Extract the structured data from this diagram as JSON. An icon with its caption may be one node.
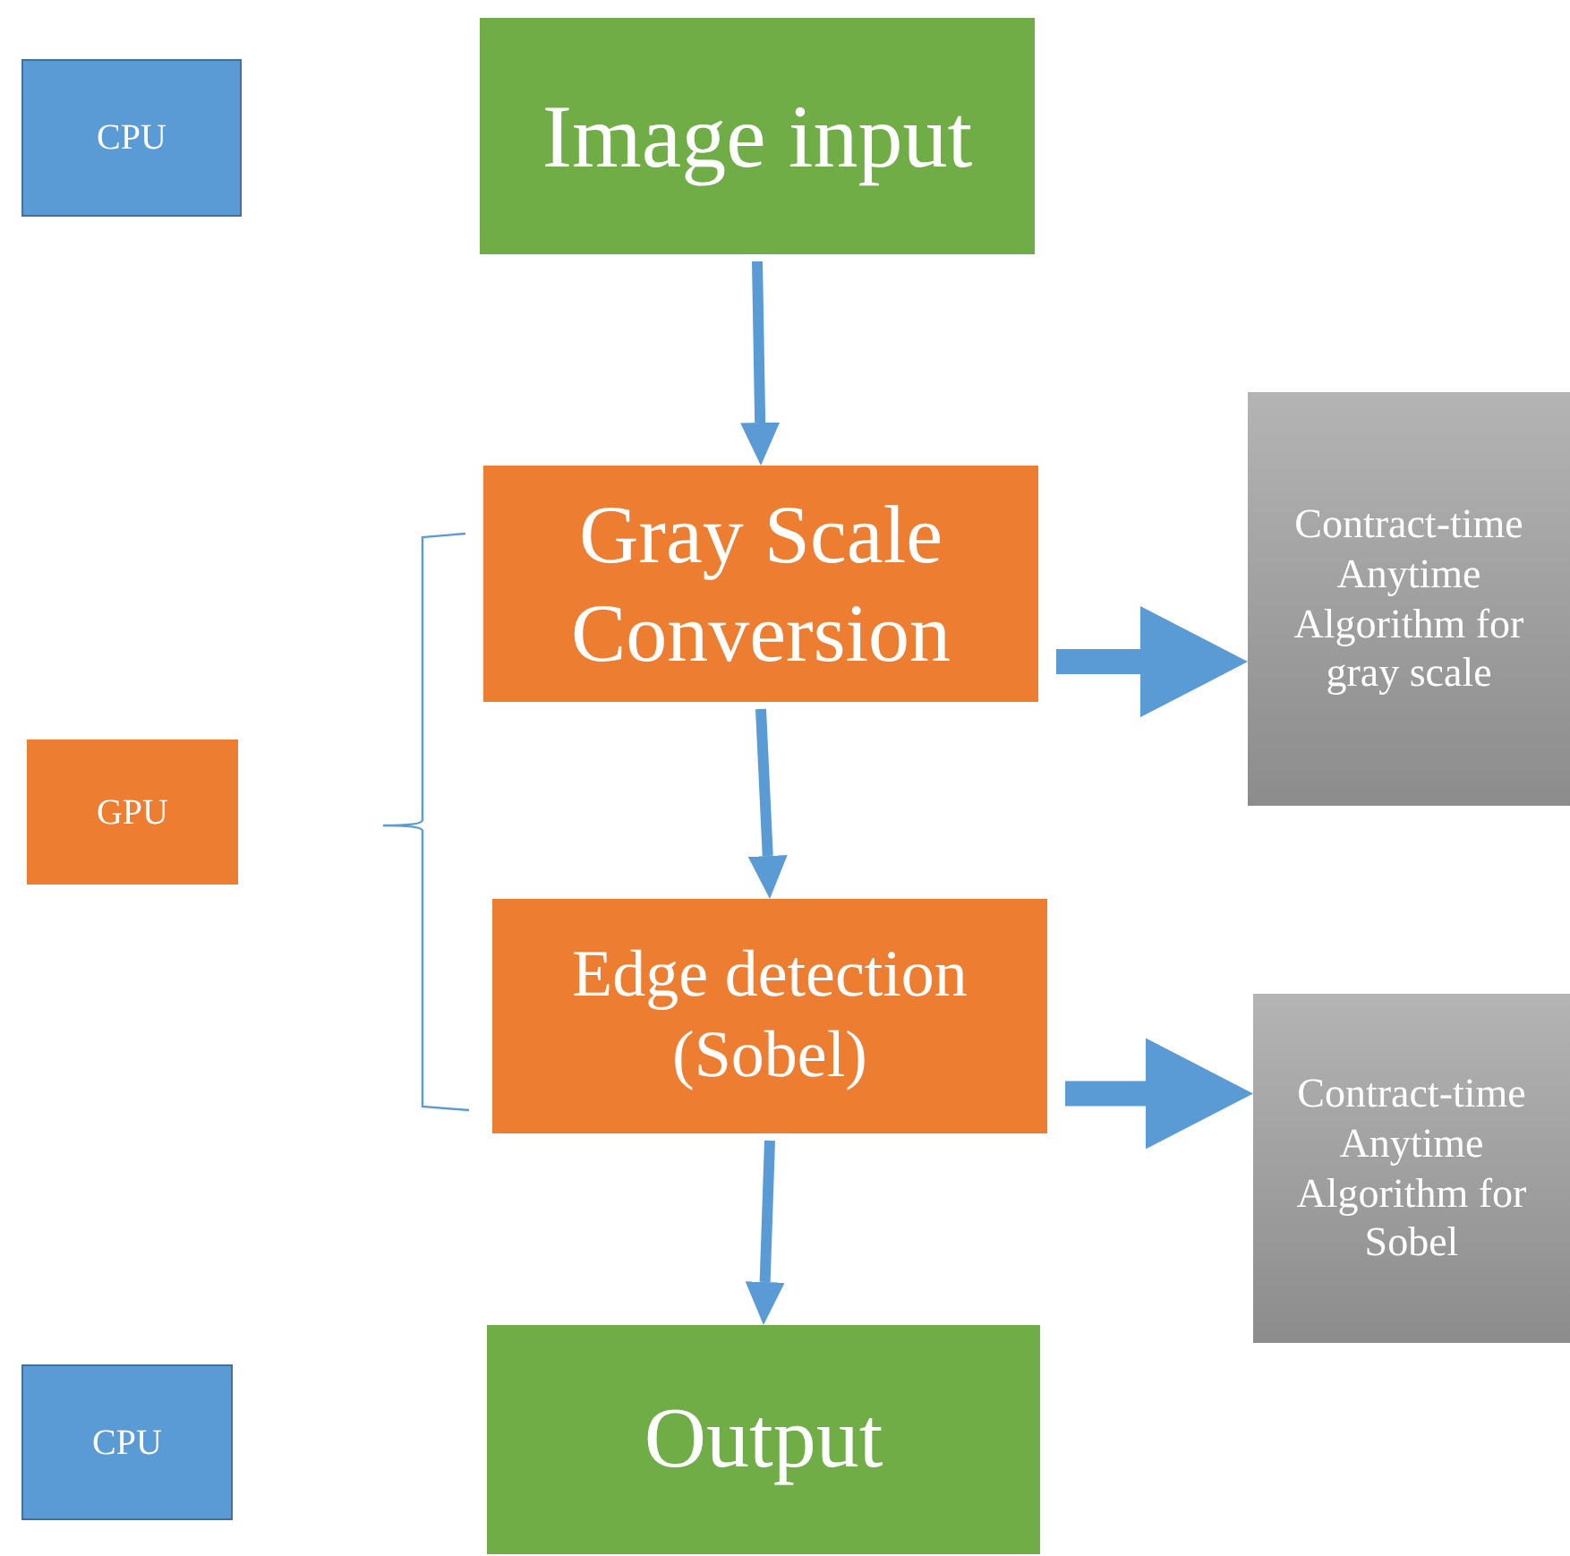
{
  "diagram": {
    "nodes": [
      {
        "text": [
          "CPU"
        ]
      },
      {
        "text": [
          "Image input"
        ]
      },
      {
        "text": [
          "Gray Scale Conversion"
        ]
      },
      {
        "text": [
          "Contract-time Anytime Algorithm for gray scale"
        ]
      },
      {
        "text": [
          "GPU"
        ]
      },
      {
        "text": [
          "Edge detection (Sobel)"
        ]
      },
      {
        "text": [
          "Contract-time Anytime Algorithm for Sobel"
        ]
      },
      {
        "text": [
          "CPU"
        ]
      },
      {
        "text": [
          "Output"
        ]
      }
    ],
    "edges": [
      {
        "from": 1,
        "to": 2,
        "arrow": "to"
      },
      {
        "from": 2,
        "to": 3,
        "arrow": "to",
        "style": "thick"
      },
      {
        "from": 2,
        "to": 5,
        "arrow": "to"
      },
      {
        "from": 5,
        "to": 6,
        "arrow": "to",
        "style": "thick"
      },
      {
        "from": 5,
        "to": 8,
        "arrow": "to"
      }
    ]
  }
}
